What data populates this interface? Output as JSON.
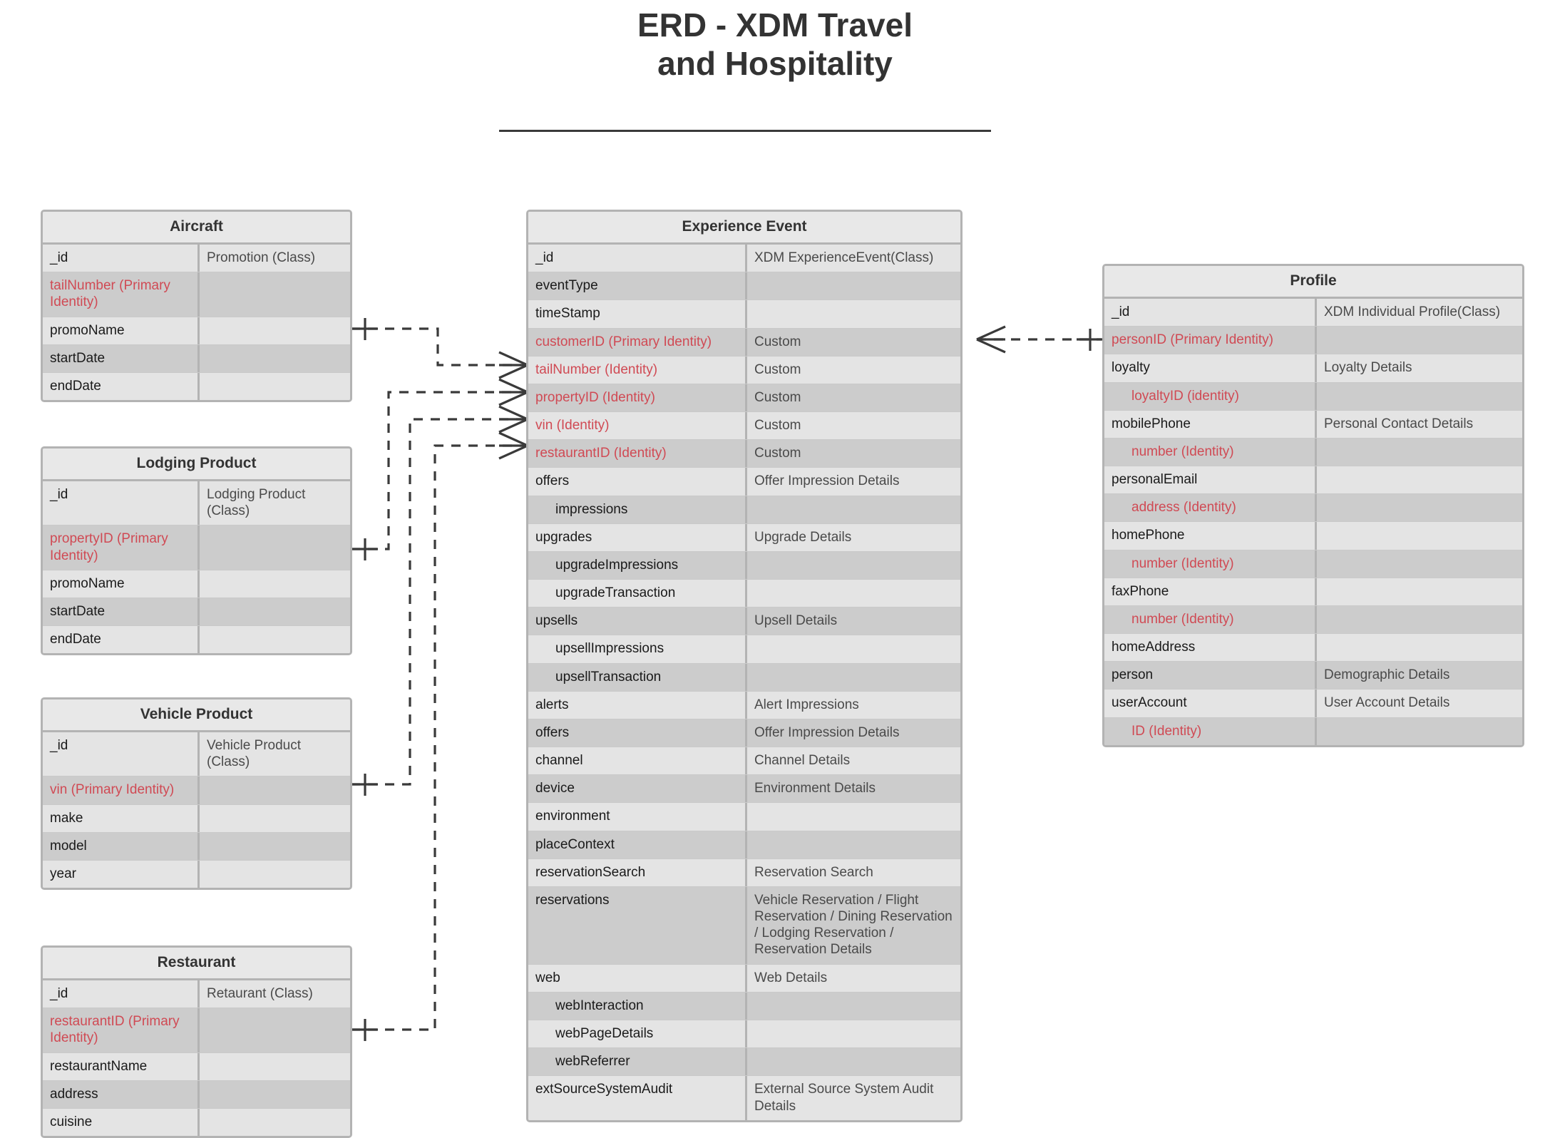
{
  "page": {
    "title_lines": [
      "ERD - XDM Travel",
      "and Hospitality"
    ],
    "background": "#ffffff",
    "identity_color": "#d04a54",
    "border_color": "#b3b3b3",
    "row_light": "#e4e4e4",
    "row_dark": "#cccccc"
  },
  "entities": {
    "aircraft": {
      "title": "Aircraft",
      "rows": [
        {
          "name": "_id",
          "type": "Promotion (Class)",
          "identity": false
        },
        {
          "name": "tailNumber (Primary Identity)",
          "type": "",
          "identity": true
        },
        {
          "name": "promoName",
          "type": "",
          "identity": false
        },
        {
          "name": "startDate",
          "type": "",
          "identity": false
        },
        {
          "name": "endDate",
          "type": "",
          "identity": false
        }
      ]
    },
    "lodging_product": {
      "title": "Lodging Product",
      "rows": [
        {
          "name": "_id",
          "type": "Lodging Product (Class)",
          "identity": false
        },
        {
          "name": "propertyID (Primary Identity)",
          "type": "",
          "identity": true
        },
        {
          "name": "promoName",
          "type": "",
          "identity": false
        },
        {
          "name": "startDate",
          "type": "",
          "identity": false
        },
        {
          "name": "endDate",
          "type": "",
          "identity": false
        }
      ]
    },
    "vehicle_product": {
      "title": "Vehicle Product",
      "rows": [
        {
          "name": "_id",
          "type": "Vehicle Product (Class)",
          "identity": false
        },
        {
          "name": "vin (Primary Identity)",
          "type": "",
          "identity": true
        },
        {
          "name": "make",
          "type": "",
          "identity": false
        },
        {
          "name": "model",
          "type": "",
          "identity": false
        },
        {
          "name": "year",
          "type": "",
          "identity": false
        }
      ]
    },
    "restaurant": {
      "title": "Restaurant",
      "rows": [
        {
          "name": "_id",
          "type": "Retaurant (Class)",
          "identity": false
        },
        {
          "name": "restaurantID (Primary Identity)",
          "type": "",
          "identity": true
        },
        {
          "name": "restaurantName",
          "type": "",
          "identity": false
        },
        {
          "name": "address",
          "type": "",
          "identity": false
        },
        {
          "name": "cuisine",
          "type": "",
          "identity": false
        }
      ]
    },
    "experience_event": {
      "title": "Experience Event",
      "rows": [
        {
          "name": "_id",
          "type": "XDM ExperienceEvent(Class)",
          "identity": false,
          "indent": 0
        },
        {
          "name": "eventType",
          "type": "",
          "identity": false,
          "indent": 0
        },
        {
          "name": "timeStamp",
          "type": "",
          "identity": false,
          "indent": 0
        },
        {
          "name": "customerID (Primary Identity)",
          "type": "Custom",
          "identity": true,
          "indent": 0
        },
        {
          "name": "tailNumber (Identity)",
          "type": "Custom",
          "identity": true,
          "indent": 0
        },
        {
          "name": "propertyID (Identity)",
          "type": "Custom",
          "identity": true,
          "indent": 0
        },
        {
          "name": "vin (Identity)",
          "type": "Custom",
          "identity": true,
          "indent": 0
        },
        {
          "name": "restaurantID (Identity)",
          "type": "Custom",
          "identity": true,
          "indent": 0
        },
        {
          "name": "offers",
          "type": "Offer Impression Details",
          "identity": false,
          "indent": 0
        },
        {
          "name": "impressions",
          "type": "",
          "identity": false,
          "indent": 1
        },
        {
          "name": "upgrades",
          "type": "Upgrade Details",
          "identity": false,
          "indent": 0
        },
        {
          "name": "upgradeImpressions",
          "type": "",
          "identity": false,
          "indent": 1
        },
        {
          "name": "upgradeTransaction",
          "type": "",
          "identity": false,
          "indent": 1
        },
        {
          "name": "upsells",
          "type": "Upsell Details",
          "identity": false,
          "indent": 0
        },
        {
          "name": "upsellImpressions",
          "type": "",
          "identity": false,
          "indent": 1
        },
        {
          "name": "upsellTransaction",
          "type": "",
          "identity": false,
          "indent": 1
        },
        {
          "name": "alerts",
          "type": "Alert Impressions",
          "identity": false,
          "indent": 0
        },
        {
          "name": "offers",
          "type": "Offer Impression Details",
          "identity": false,
          "indent": 0
        },
        {
          "name": "channel",
          "type": "Channel Details",
          "identity": false,
          "indent": 0
        },
        {
          "name": "device",
          "type": "Environment Details",
          "identity": false,
          "indent": 0
        },
        {
          "name": "environment",
          "type": "",
          "identity": false,
          "indent": 0
        },
        {
          "name": "placeContext",
          "type": "",
          "identity": false,
          "indent": 0
        },
        {
          "name": "reservationSearch",
          "type": "Reservation Search",
          "identity": false,
          "indent": 0
        },
        {
          "name": "reservations",
          "type": "Vehicle Reservation / Flight Reservation / Dining Reservation / Lodging Reservation / Reservation Details",
          "identity": false,
          "indent": 0
        },
        {
          "name": "web",
          "type": "Web Details",
          "identity": false,
          "indent": 0
        },
        {
          "name": "webInteraction",
          "type": "",
          "identity": false,
          "indent": 1
        },
        {
          "name": "webPageDetails",
          "type": "",
          "identity": false,
          "indent": 1
        },
        {
          "name": "webReferrer",
          "type": "",
          "identity": false,
          "indent": 1
        },
        {
          "name": "extSourceSystemAudit",
          "type": "External Source System Audit Details",
          "identity": false,
          "indent": 0
        }
      ]
    },
    "profile": {
      "title": "Profile",
      "rows": [
        {
          "name": "_id",
          "type": "XDM Individual Profile(Class)",
          "identity": false,
          "indent": 0
        },
        {
          "name": "personID (Primary Identity)",
          "type": "",
          "identity": true,
          "indent": 0
        },
        {
          "name": "loyalty",
          "type": "Loyalty Details",
          "identity": false,
          "indent": 0
        },
        {
          "name": "loyaltyID (identity)",
          "type": "",
          "identity": true,
          "indent": 1
        },
        {
          "name": "mobilePhone",
          "type": "Personal Contact Details",
          "identity": false,
          "indent": 0
        },
        {
          "name": "number (Identity)",
          "type": "",
          "identity": true,
          "indent": 1
        },
        {
          "name": "personalEmail",
          "type": "",
          "identity": false,
          "indent": 0
        },
        {
          "name": "address (Identity)",
          "type": "",
          "identity": true,
          "indent": 1
        },
        {
          "name": "homePhone",
          "type": "",
          "identity": false,
          "indent": 0
        },
        {
          "name": "number (Identity)",
          "type": "",
          "identity": true,
          "indent": 1
        },
        {
          "name": "faxPhone",
          "type": "",
          "identity": false,
          "indent": 0
        },
        {
          "name": "number (Identity)",
          "type": "",
          "identity": true,
          "indent": 1
        },
        {
          "name": "homeAddress",
          "type": "",
          "identity": false,
          "indent": 0
        },
        {
          "name": "person",
          "type": "Demographic Details",
          "identity": false,
          "indent": 0
        },
        {
          "name": "userAccount",
          "type": "User Account Details",
          "identity": false,
          "indent": 0
        },
        {
          "name": "ID (Identity)",
          "type": "",
          "identity": true,
          "indent": 1
        }
      ]
    }
  },
  "relationships": [
    {
      "from": "aircraft",
      "to": "experience_event",
      "from_field": "promoName",
      "to_field": "tailNumber (Identity)",
      "from_cardinality": "one",
      "to_cardinality": "many",
      "style": "dashed"
    },
    {
      "from": "lodging_product",
      "to": "experience_event",
      "from_field": "propertyID (Primary Identity)",
      "to_field": "propertyID (Identity)",
      "from_cardinality": "one",
      "to_cardinality": "many",
      "style": "dashed"
    },
    {
      "from": "vehicle_product",
      "to": "experience_event",
      "from_field": "vin (Primary Identity)",
      "to_field": "vin (Identity)",
      "from_cardinality": "one",
      "to_cardinality": "many",
      "style": "dashed"
    },
    {
      "from": "restaurant",
      "to": "experience_event",
      "from_field": "restaurantID (Primary Identity)",
      "to_field": "restaurantID (Identity)",
      "from_cardinality": "one",
      "to_cardinality": "many",
      "style": "dashed"
    },
    {
      "from": "experience_event",
      "to": "profile",
      "from_field": "customerID (Primary Identity)",
      "to_field": "personID (Primary Identity)",
      "from_cardinality": "many",
      "to_cardinality": "one",
      "style": "dashed"
    }
  ]
}
